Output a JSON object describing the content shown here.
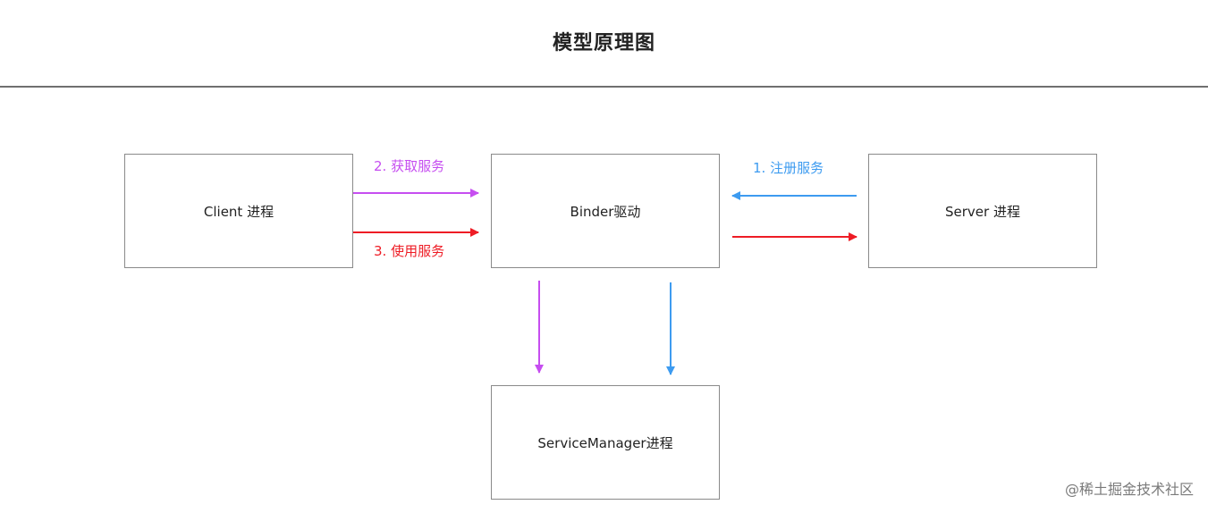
{
  "title": "模型原理图",
  "nodes": {
    "client": "Client 进程",
    "binder": "Binder驱动",
    "server": "Server 进程",
    "service_manager": "ServiceManager进程"
  },
  "edges": {
    "get_service": "2. 获取服务",
    "use_service": "3. 使用服务",
    "register_service": "1. 注册服务"
  },
  "colors": {
    "purple": "#c64ef0",
    "red": "#ee1c25",
    "blue": "#3d9bf0"
  },
  "watermark": "@稀土掘金技术社区"
}
